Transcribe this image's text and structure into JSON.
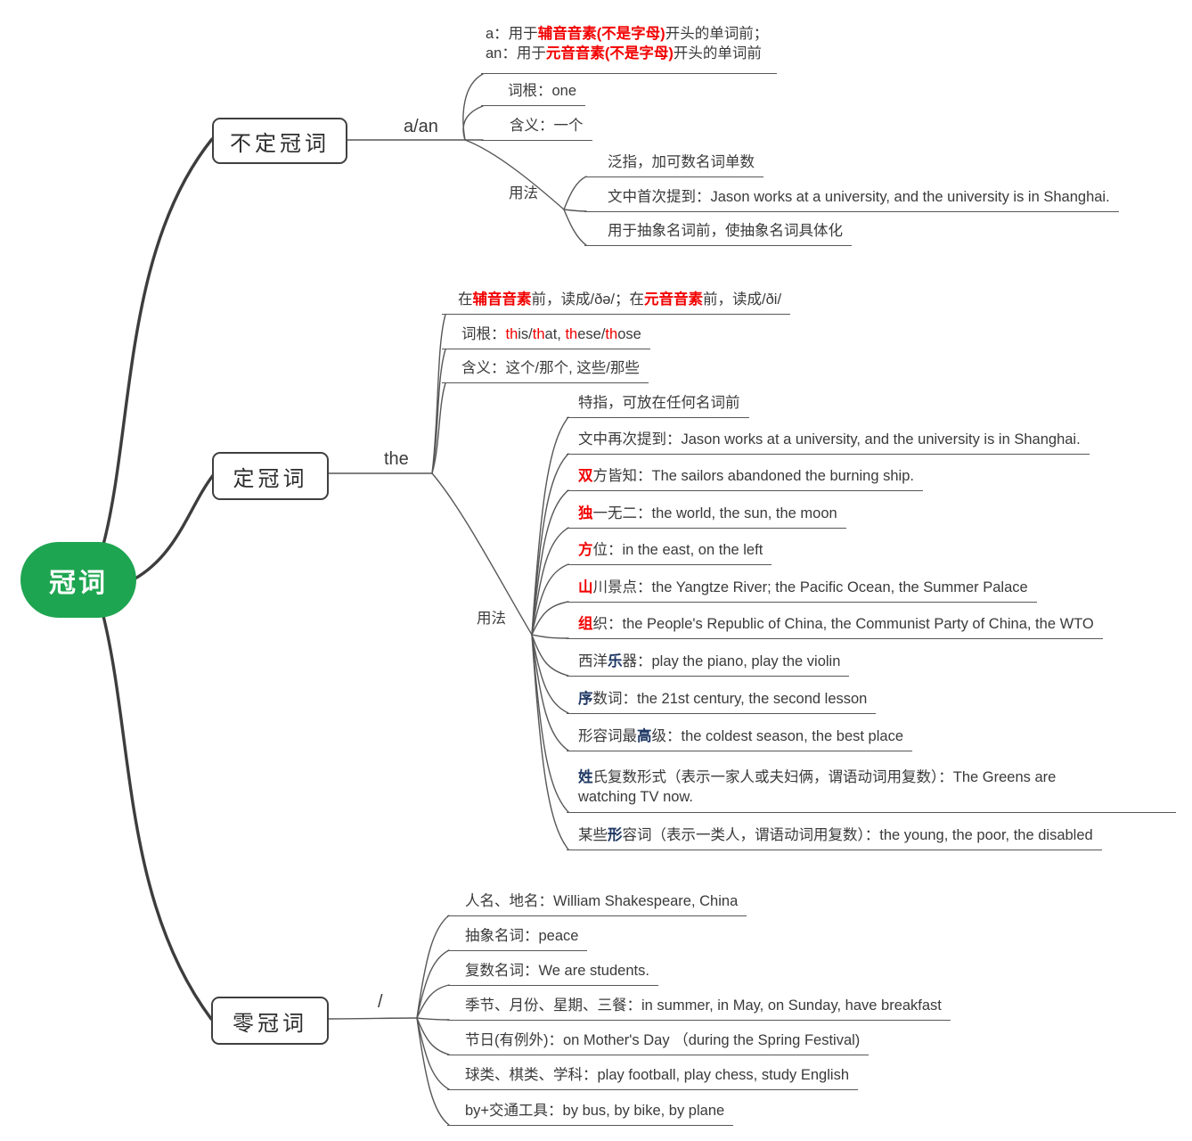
{
  "colors": {
    "root_green": "#1ea551",
    "red": "#f20000",
    "navy": "#1f3864",
    "line": "#575757",
    "line_dark": "#3d3d3d",
    "text": "#3a3a3a"
  },
  "root": {
    "label": "冠词"
  },
  "indefinite": {
    "node_label": "不定冠词",
    "edge_label": "a/an",
    "usage_label": "用法",
    "rule": [
      {
        "t": "a：用于"
      },
      {
        "t": "辅音音素(不是字母)",
        "s": "redb"
      },
      {
        "t": "开头的单词前；\nan：用于"
      },
      {
        "t": "元音音素(不是字母)",
        "s": "redb"
      },
      {
        "t": "开头的单词前"
      }
    ],
    "root_word": [
      {
        "t": "词根：one"
      }
    ],
    "meaning": [
      {
        "t": "含义：一个"
      }
    ],
    "usage": [
      [
        {
          "t": "泛指，加可数名词单数"
        }
      ],
      [
        {
          "t": "文中首次提到：Jason works at a university, and the university is in Shanghai."
        }
      ],
      [
        {
          "t": "用于抽象名词前，使抽象名词具体化"
        }
      ]
    ]
  },
  "definite": {
    "node_label": "定冠词",
    "edge_label": "the",
    "usage_label": "用法",
    "pronunciation": [
      {
        "t": "在"
      },
      {
        "t": "辅音音素",
        "s": "redb"
      },
      {
        "t": "前，读成/ðə/；在"
      },
      {
        "t": "元音音素",
        "s": "redb"
      },
      {
        "t": "前，读成/ði/"
      }
    ],
    "root_word": [
      {
        "t": "词根："
      },
      {
        "t": "th",
        "s": "red"
      },
      {
        "t": "is/"
      },
      {
        "t": "th",
        "s": "red"
      },
      {
        "t": "at, "
      },
      {
        "t": "th",
        "s": "red"
      },
      {
        "t": "ese/"
      },
      {
        "t": "th",
        "s": "red"
      },
      {
        "t": "ose"
      }
    ],
    "meaning": [
      {
        "t": "含义：这个/那个, 这些/那些"
      }
    ],
    "usage": [
      [
        {
          "t": "特指，可放在任何名词前"
        }
      ],
      [
        {
          "t": "文中再次提到：Jason works at a university, and the university is in Shanghai."
        }
      ],
      [
        {
          "t": "双",
          "s": "redb"
        },
        {
          "t": "方皆知：The sailors abandoned the burning ship."
        }
      ],
      [
        {
          "t": "独",
          "s": "redb"
        },
        {
          "t": "一无二：the world, the sun, the moon"
        }
      ],
      [
        {
          "t": "方",
          "s": "redb"
        },
        {
          "t": "位：in the east, on the left"
        }
      ],
      [
        {
          "t": "山",
          "s": "redb"
        },
        {
          "t": "川景点：the Yangtze River; the Pacific Ocean, the Summer Palace"
        }
      ],
      [
        {
          "t": "组",
          "s": "redb"
        },
        {
          "t": "织：the People's Republic of China, the Communist Party of China, the WTO"
        }
      ],
      [
        {
          "t": "西洋"
        },
        {
          "t": "乐",
          "s": "navyb"
        },
        {
          "t": "器：play the piano, play the violin"
        }
      ],
      [
        {
          "t": "序",
          "s": "navyb"
        },
        {
          "t": "数词：the 21st century, the second lesson"
        }
      ],
      [
        {
          "t": "形容词最"
        },
        {
          "t": "高",
          "s": "navyb"
        },
        {
          "t": "级：the coldest season, the best place"
        }
      ],
      [
        {
          "t": "姓",
          "s": "navyb"
        },
        {
          "t": "氏复数形式（表示一家人或夫妇俩，谓语动词用复数）：The Greens are\nwatching TV now."
        }
      ],
      [
        {
          "t": "某些"
        },
        {
          "t": "形",
          "s": "navyb"
        },
        {
          "t": "容词（表示一类人，谓语动词用复数）：the young, the poor, the disabled"
        }
      ]
    ]
  },
  "zero": {
    "node_label": "零冠词",
    "edge_label": "/",
    "usage": [
      [
        {
          "t": "人名、地名：William Shakespeare, China"
        }
      ],
      [
        {
          "t": "抽象名词：peace"
        }
      ],
      [
        {
          "t": "复数名词：We are students."
        }
      ],
      [
        {
          "t": "季节、月份、星期、三餐：in summer, in May, on Sunday, have breakfast"
        }
      ],
      [
        {
          "t": "节日(有例外)：on Mother's Day （during the Spring Festival)"
        }
      ],
      [
        {
          "t": "球类、棋类、学科：play football, play chess, study English"
        }
      ],
      [
        {
          "t": "by+交通工具：by bus, by bike, by plane"
        }
      ]
    ]
  }
}
